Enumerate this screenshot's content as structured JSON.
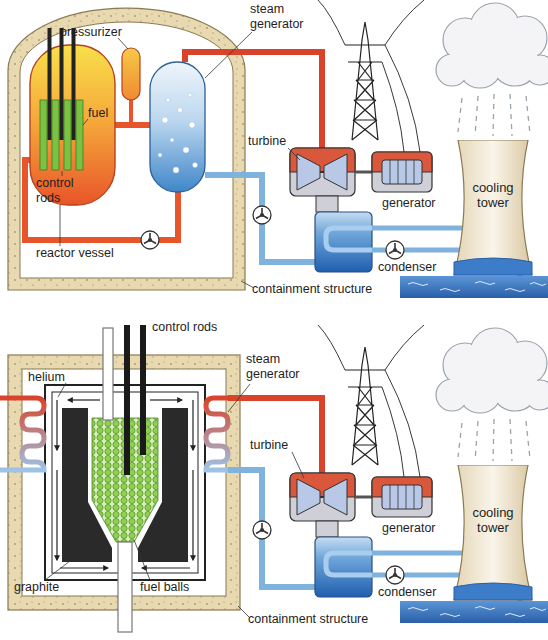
{
  "diagram": {
    "nodes": [
      {
        "text": [
          "cooling tower"
        ]
      },
      {
        "text": [
          "cooling tower"
        ]
      }
    ],
    "labels": [
      "pressurizer",
      "steam generator",
      "turbine",
      "generator",
      "fuel",
      "control rods",
      "reactor vessel",
      "condenser",
      "containment structure",
      "helium",
      "control rods",
      "steam generator",
      "turbine",
      "generator",
      "graphite",
      "fuel balls",
      "condenser",
      "containment structure"
    ]
  }
}
